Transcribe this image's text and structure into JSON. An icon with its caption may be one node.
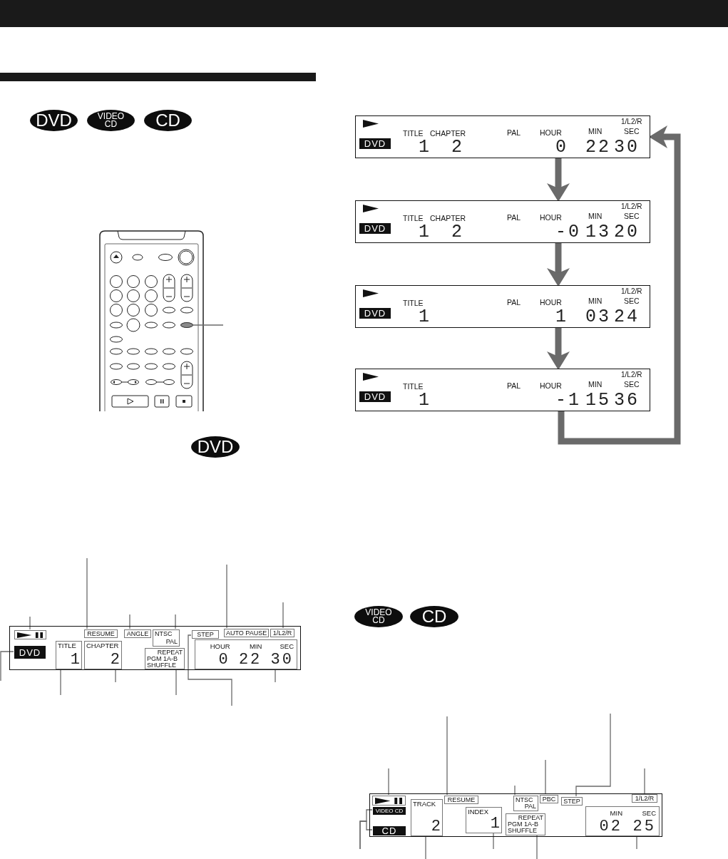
{
  "diagram": {
    "nodes": [
      {
        "text": [
          "1/L2/R",
          "TITLE",
          "CHAPTER",
          "PAL",
          "HOUR",
          "MIN",
          "SEC",
          "DVD",
          "1",
          "2",
          "0",
          "22",
          "30"
        ]
      },
      {
        "text": [
          "1/L2/R",
          "TITLE",
          "CHAPTER",
          "PAL",
          "HOUR",
          "MIN",
          "SEC",
          "DVD",
          "1",
          "2",
          "-0",
          "13",
          "20"
        ]
      },
      {
        "text": [
          "1/L2/R",
          "TITLE",
          "PAL",
          "HOUR",
          "MIN",
          "SEC",
          "DVD",
          "1",
          "1",
          "03",
          "24"
        ]
      },
      {
        "text": [
          "1/L2/R",
          "TITLE",
          "PAL",
          "HOUR",
          "MIN",
          "SEC",
          "DVD",
          "1",
          "-1",
          "15",
          "36"
        ]
      },
      {
        "text": [],
        "shape": "box"
      },
      {
        "text": [],
        "shape": "box",
        "in": 4
      },
      {
        "text": [
          "RESUME"
        ],
        "in": 4
      },
      {
        "text": [
          "ANGLE"
        ],
        "in": 4
      },
      {
        "text": [
          "NTSC",
          "PAL"
        ],
        "in": 4
      },
      {
        "text": [
          "STEP"
        ],
        "in": 4
      },
      {
        "text": [
          "AUTO PAUSE"
        ],
        "in": 4
      },
      {
        "text": [
          "1/L2/R"
        ],
        "in": 4
      },
      {
        "text": [
          "DVD"
        ],
        "in": 4
      },
      {
        "text": [
          "TITLE",
          "1"
        ],
        "in": 4
      },
      {
        "text": [
          "CHAPTER",
          "2"
        ],
        "in": 4
      },
      {
        "text": [
          "REPEAT",
          "PGM 1A-B",
          "SHUFFLE"
        ],
        "in": 4
      },
      {
        "text": [
          "HOUR",
          "MIN",
          "SEC",
          "0",
          "22",
          "30"
        ],
        "in": 4
      },
      {
        "text": [],
        "shape": "box"
      },
      {
        "text": [],
        "shape": "box",
        "in": 17
      },
      {
        "text": [
          "VIDEO CD"
        ],
        "in": 17
      },
      {
        "text": [
          "CD"
        ],
        "in": 17
      },
      {
        "text": [
          "TRACK",
          "2"
        ],
        "in": 17
      },
      {
        "text": [
          "RESUME"
        ],
        "in": 17
      },
      {
        "text": [
          "INDEX",
          "1"
        ],
        "in": 17
      },
      {
        "text": [
          "NTSC",
          "PAL"
        ],
        "in": 17
      },
      {
        "text": [
          "PBC"
        ],
        "in": 17
      },
      {
        "text": [
          "STEP"
        ],
        "in": 17
      },
      {
        "text": [
          "REPEAT",
          "PGM 1A-B",
          "SHUFFLE"
        ],
        "in": 17
      },
      {
        "text": [
          "1/L2/R"
        ],
        "in": 17
      },
      {
        "text": [
          "MIN",
          "SEC",
          "02",
          "25"
        ],
        "in": 17
      },
      {
        "text": [],
        "shape": "oval"
      }
    ],
    "edges": [
      {
        "from": 0,
        "to": 1,
        "arrow": "to",
        "style": "thick"
      },
      {
        "from": 1,
        "to": 2,
        "arrow": "to",
        "style": "thick"
      },
      {
        "from": 2,
        "to": 3,
        "arrow": "to",
        "style": "thick"
      },
      {
        "from": 3,
        "to": 0,
        "arrow": "to",
        "style": "thick"
      },
      {
        "from": null,
        "to": 5,
        "arrow": "none"
      },
      {
        "from": null,
        "to": 6,
        "arrow": "none"
      },
      {
        "from": null,
        "to": 7,
        "arrow": "none"
      },
      {
        "from": null,
        "to": 8,
        "arrow": "none"
      },
      {
        "from": null,
        "to": 9,
        "arrow": "none"
      },
      {
        "from": null,
        "to": 10,
        "arrow": "none"
      },
      {
        "from": null,
        "to": 11,
        "arrow": "none"
      },
      {
        "from": null,
        "to": 12,
        "arrow": "none"
      },
      {
        "from": null,
        "to": 13,
        "arrow": "none"
      },
      {
        "from": null,
        "to": 14,
        "arrow": "none"
      },
      {
        "from": null,
        "to": 15,
        "arrow": "none"
      },
      {
        "from": null,
        "to": 16,
        "arrow": "none"
      },
      {
        "from": null,
        "to": 18,
        "arrow": "none"
      },
      {
        "from": null,
        "to": 19,
        "arrow": "none"
      },
      {
        "from": null,
        "to": 20,
        "arrow": "none"
      },
      {
        "from": null,
        "to": 21,
        "arrow": "none"
      },
      {
        "from": null,
        "to": 22,
        "arrow": "none"
      },
      {
        "from": null,
        "to": 23,
        "arrow": "none"
      },
      {
        "from": null,
        "to": 24,
        "arrow": "none"
      },
      {
        "from": null,
        "to": 25,
        "arrow": "none"
      },
      {
        "from": null,
        "to": 26,
        "arrow": "none"
      },
      {
        "from": null,
        "to": 27,
        "arrow": "none"
      },
      {
        "from": null,
        "to": 28,
        "arrow": "none"
      },
      {
        "from": null,
        "to": 29,
        "arrow": "none"
      },
      {
        "from": null,
        "to": 30,
        "arrow": "none"
      }
    ],
    "labels": [
      "DVD",
      "VIDEO CD",
      "CD",
      "DVD",
      "VIDEO CD",
      "CD"
    ]
  }
}
